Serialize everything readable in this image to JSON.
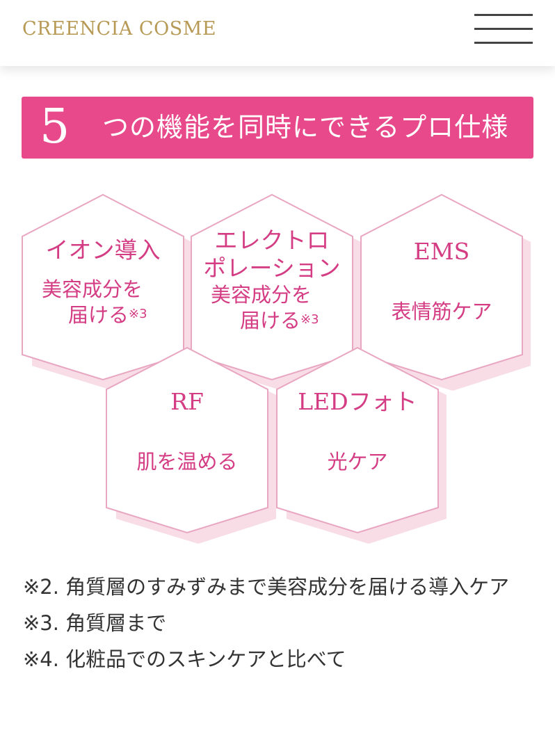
{
  "header": {
    "logo_text": "CREENCIA COSME",
    "menu_icon": "hamburger-menu-icon"
  },
  "banner": {
    "number": "5",
    "text": "つの機能を同時にできるプロ仕様"
  },
  "features": [
    {
      "title_line1": "イオン導入",
      "title_line2": "",
      "desc_line1": "美容成分を",
      "desc_line2": "届ける",
      "note": "※3"
    },
    {
      "title_line1": "エレクトロ",
      "title_line2": "ポレーション",
      "desc_line1": "美容成分を",
      "desc_line2": "届ける",
      "note": "※3"
    },
    {
      "title_line1": "EMS",
      "title_line2": "",
      "desc_line1": "表情筋ケア",
      "desc_line2": "",
      "note": ""
    },
    {
      "title_line1": "RF",
      "title_line2": "",
      "desc_line1": "肌を温める",
      "desc_line2": "",
      "note": ""
    },
    {
      "title_line1": "LEDフォト",
      "title_line2": "",
      "desc_line1": "光ケア",
      "desc_line2": "",
      "note": ""
    }
  ],
  "notes": [
    "※2. 角質層のすみずみまで美容成分を届ける導入ケア",
    "※3. 角質層まで",
    "※4. 化粧品でのスキンケアと比べて"
  ],
  "colors": {
    "accent_pink": "#e8498a",
    "text_pink": "#d43d84",
    "hex_shadow": "#f8dde6",
    "logo_gold": "#b79a56"
  }
}
